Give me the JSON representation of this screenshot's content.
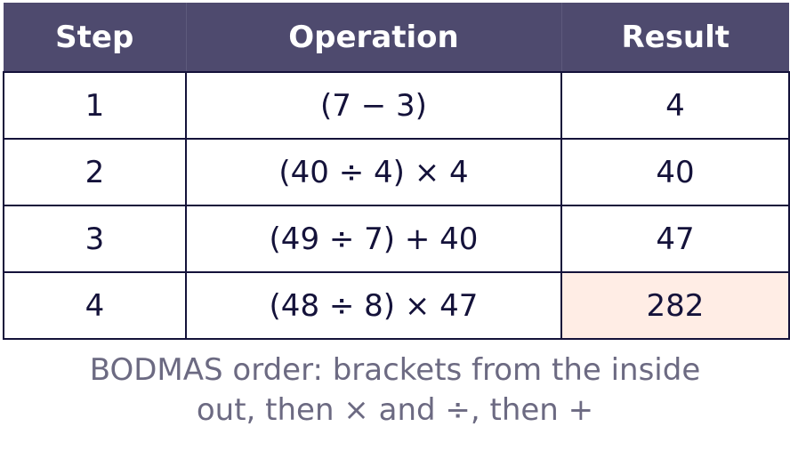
{
  "table": {
    "headers": [
      "Step",
      "Operation",
      "Result"
    ],
    "rows": [
      {
        "step": "1",
        "operation": "(7 − 3)",
        "result": "4"
      },
      {
        "step": "2",
        "operation": "(40 ÷ 4) × 4",
        "result": "40"
      },
      {
        "step": "3",
        "operation": "(49 ÷ 7) + 40",
        "result": "47"
      },
      {
        "step": "4",
        "operation": "(48 ÷ 8) × 47",
        "result": "282"
      }
    ],
    "highlight_color": "#ffede5",
    "header_color": "#4e4a6e"
  },
  "footnote": {
    "line1": "BODMAS order: brackets from the inside",
    "line2": "out, then × and ÷, then +"
  }
}
